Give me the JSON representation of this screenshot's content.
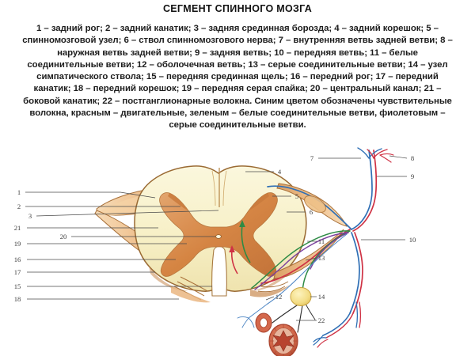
{
  "page": {
    "title": "СЕГМЕНТ СПИННОГО МОЗГА",
    "legend_text": "1 – задний рог; 2 – задний канатик; 3 – задняя срединная борозда; 4 – задний корешок; 5 – спинномозговой узел; 6 – ствол спинномозгового нерва; 7 – внутренняя ветвь задней ветви; 8 – наружная ветвь задней ветви; 9 – задняя ветвь; 10 – передняя ветвь; 11 – белые соединительные ветви; 12 – оболочечная ветвь; 13 – серые соединительные ветви; 14 – узел симпатического ствола; 15 – передняя срединная щель; 16 – передний рог; 17 – передний канатик; 18 – передний корешок; 19 – передняя серая спайка; 20 – центральный канал; 21 – боковой канатик; 22 – постганглионарные волокна. Синим цветом обозначены чувствительные волокна, красным – двигательные, зеленым – белые соединительные ветви, фиолетовым – серые соединительные ветви."
  },
  "legend_items": [
    {
      "num": "1",
      "term": "задний рог"
    },
    {
      "num": "2",
      "term": "задний канатик"
    },
    {
      "num": "3",
      "term": "задняя срединная борозда"
    },
    {
      "num": "4",
      "term": "задний корешок"
    },
    {
      "num": "5",
      "term": "спинномозговой узел"
    },
    {
      "num": "6",
      "term": "ствол спинномозгового нерва"
    },
    {
      "num": "7",
      "term": "внутренняя ветвь задней ветви"
    },
    {
      "num": "8",
      "term": "наружная ветвь задней ветви"
    },
    {
      "num": "9",
      "term": "задняя ветвь"
    },
    {
      "num": "10",
      "term": "передняя ветвь"
    },
    {
      "num": "11",
      "term": "белые соединительные ветви"
    },
    {
      "num": "12",
      "term": "оболочечная ветвь"
    },
    {
      "num": "13",
      "term": "серые соединительные ветви"
    },
    {
      "num": "14",
      "term": "узел симпатического ствола"
    },
    {
      "num": "15",
      "term": "передняя срединная щель"
    },
    {
      "num": "16",
      "term": "передний рог"
    },
    {
      "num": "17",
      "term": "передний канатик"
    },
    {
      "num": "18",
      "term": "передний корешок"
    },
    {
      "num": "19",
      "term": "передняя серая спайка"
    },
    {
      "num": "20",
      "term": "центральный канал"
    },
    {
      "num": "21",
      "term": "боковой канатик"
    },
    {
      "num": "22",
      "term": "постганглионарные волокна"
    }
  ],
  "color_key": [
    {
      "color_name": "Синим",
      "hex": "#2f6fb5",
      "meaning": "чувствительные волокна"
    },
    {
      "color_name": "красным",
      "hex": "#cf3244",
      "meaning": "двигательные"
    },
    {
      "color_name": "зеленым",
      "hex": "#2e8b45",
      "meaning": "белые соединительные ветви"
    },
    {
      "color_name": "фиолетовым",
      "hex": "#7a3f9d",
      "meaning": "серые соединительные ветви"
    }
  ],
  "figure": {
    "left_labels": [
      "1",
      "2",
      "3",
      "21",
      "19",
      "16",
      "17",
      "15",
      "18"
    ],
    "inset_label": "20",
    "right_labels": [
      "4",
      "5",
      "6",
      "7",
      "8",
      "9",
      "10",
      "11",
      "13",
      "14",
      "12",
      "22"
    ],
    "palette": {
      "white_matter": "#f6efc6",
      "gray_matter": "#d98a4e",
      "root_sheath": "#f0c28f",
      "outline": "#8a5a2b",
      "ganglion": "#f5e08a",
      "vessel_wall": "#c75a42",
      "vessel_lumen": "#b8432f"
    }
  }
}
